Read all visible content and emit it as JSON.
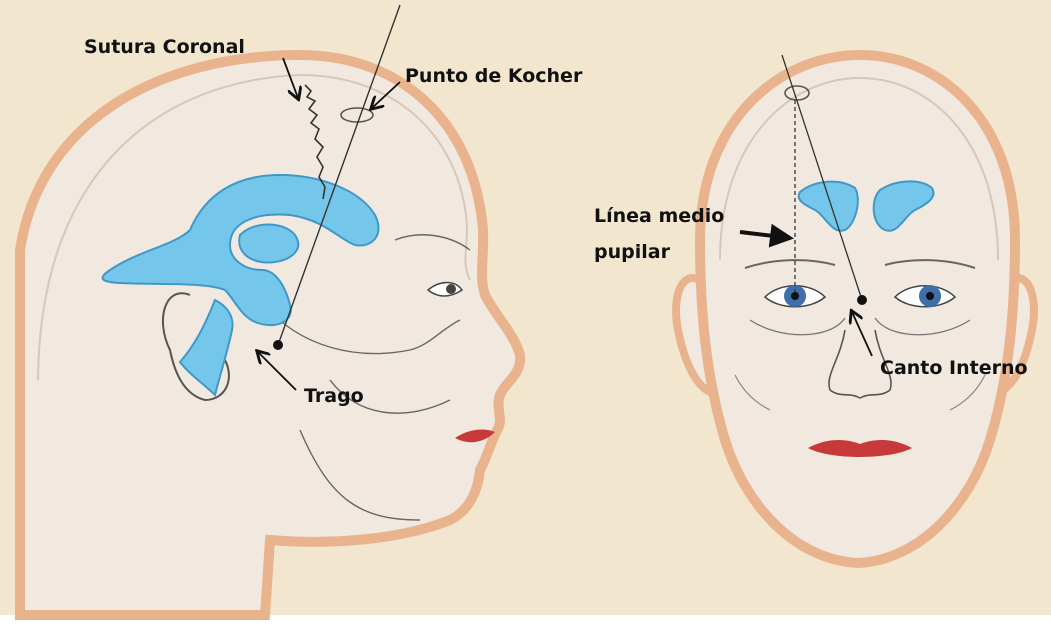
{
  "labels": {
    "sutura_coronal": "Sutura Coronal",
    "punto_kocher": "Punto de Kocher",
    "trago": "Trago",
    "linea_medio_line1": "Línea medio",
    "linea_medio_line2": "pupilar",
    "canto_interno": "Canto Interno"
  },
  "colors": {
    "background": "#f3e6cf",
    "skin": "#f1e9e0",
    "skin_outline": "#e9b48d",
    "ventricle": "#74c7ea",
    "ventricle_edge": "#3f98c8",
    "line": "#333333",
    "lips": "#c83a3a",
    "iris": "#3e6fa8"
  }
}
